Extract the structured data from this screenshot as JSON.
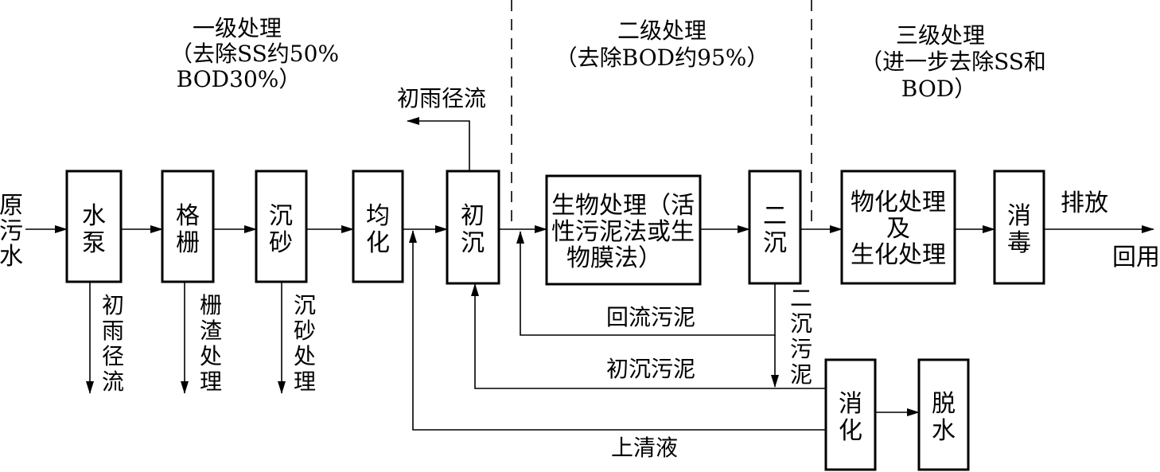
{
  "stages": {
    "primary": {
      "title": "一级处理",
      "note_line1": "（去除SS约50%",
      "note_line2": "BOD30%）"
    },
    "secondary": {
      "title": "二级处理",
      "note_line1": "（去除BOD约95%）"
    },
    "tertiary": {
      "title": "三级处理",
      "note_line1": "（进一步去除SS和",
      "note_line2": "BOD）"
    }
  },
  "input": {
    "lines": [
      "原",
      "污",
      "水"
    ]
  },
  "boxes": {
    "pump": [
      "水",
      "泵"
    ],
    "screen": [
      "格",
      "栅"
    ],
    "grit": [
      "沉",
      "砂"
    ],
    "equalization": [
      "均",
      "化"
    ],
    "primary_settling": [
      "初",
      "沉"
    ],
    "bio": [
      "生物处理（活",
      "性污泥法或生",
      "物膜法）"
    ],
    "secondary_settling": [
      "二",
      "沉"
    ],
    "physchem": [
      "物化处理",
      "及",
      "生化处理"
    ],
    "disinfection": [
      "消",
      "毒"
    ],
    "digestion": [
      "消",
      "化"
    ],
    "dewatering": [
      "脱",
      "水"
    ]
  },
  "side_outputs": {
    "pump_out": [
      "初",
      "雨",
      "径",
      "流"
    ],
    "screen_out": [
      "栅",
      "渣",
      "处",
      "理"
    ],
    "grit_out": [
      "沉",
      "砂",
      "处",
      "理"
    ],
    "secondary_sludge": [
      "二",
      "沉",
      "污",
      "泥"
    ]
  },
  "labels": {
    "first_rain_top": "初雨径流",
    "return_sludge": "回流污泥",
    "primary_sludge": "初沉污泥",
    "supernatant": "上清液",
    "discharge": "排放",
    "reuse": "回用"
  }
}
